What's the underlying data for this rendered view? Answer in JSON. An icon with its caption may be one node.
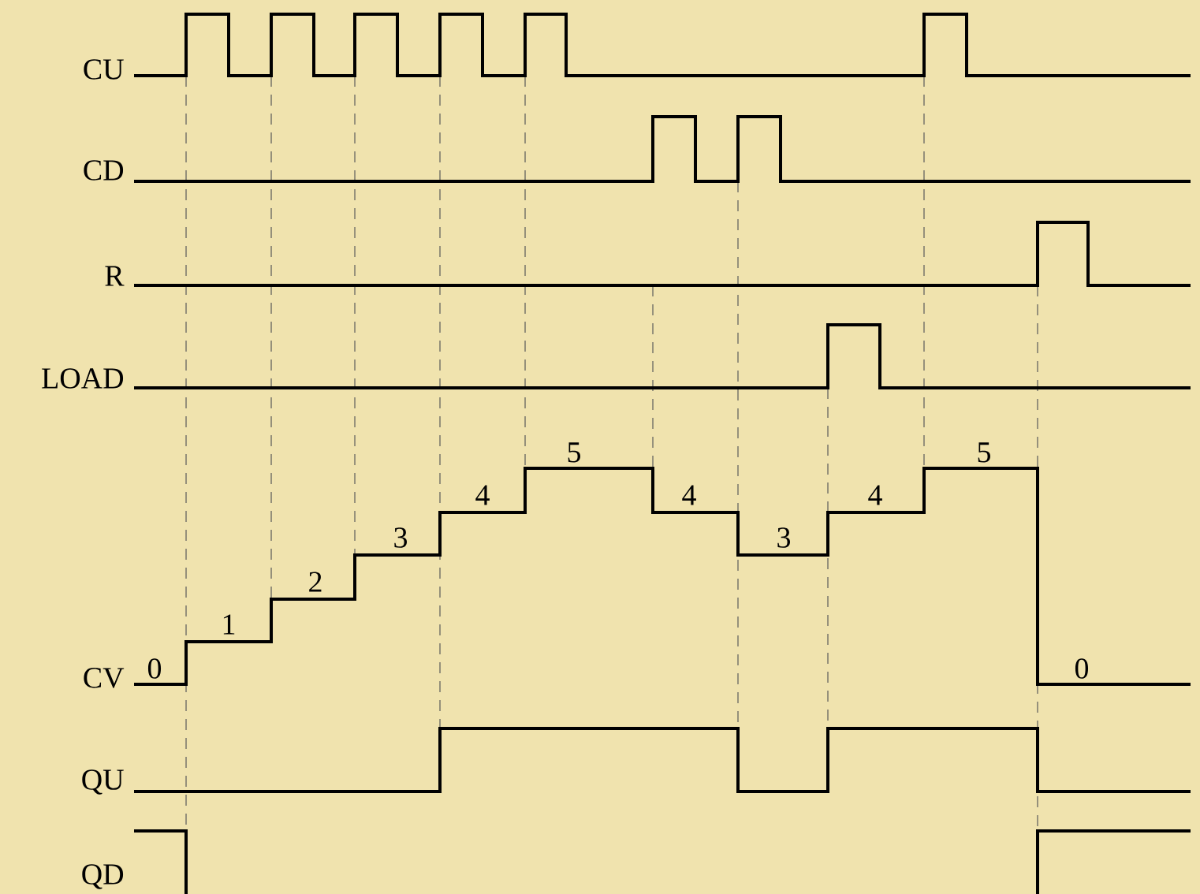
{
  "diagram": {
    "labels": [
      "CU",
      "CD",
      "R",
      "LOAD",
      "5",
      "5",
      "4",
      "4",
      "4",
      "3",
      "3",
      "2",
      "1",
      "CV",
      "0",
      "0",
      "QU",
      "QD"
    ]
  }
}
